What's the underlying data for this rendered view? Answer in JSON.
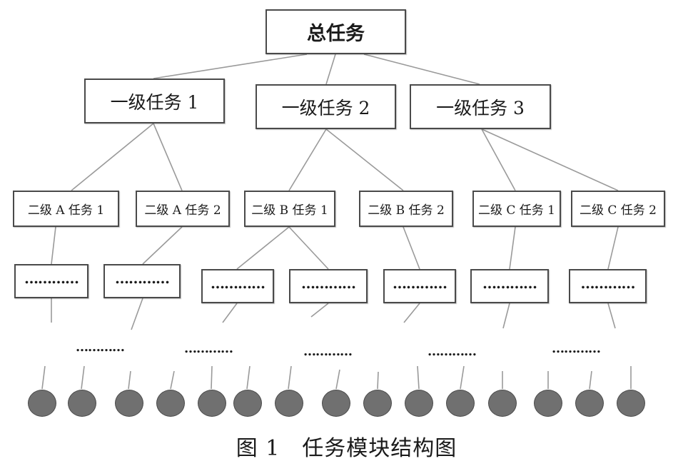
{
  "root": "总任务",
  "level1": [
    "一级任务 1",
    "一级任务 2",
    "一级任务 3"
  ],
  "level2": [
    "二级 A 任务 1",
    "二级 A 任务 2",
    "二级 B 任务 1",
    "二级 B 任务 2",
    "二级 C 任务 1",
    "二级 C 任务 2"
  ],
  "placeholder_boxes": [
    "…………",
    "…………",
    "…………",
    "…………",
    "…………",
    "…………",
    "…………"
  ],
  "ellipsis_rows": [
    "…………",
    "…………",
    "…………",
    "…………",
    "…………"
  ],
  "leaf_nodes": {
    "count": 15,
    "color": "#707070"
  },
  "caption": "图 1　任务模块结构图"
}
